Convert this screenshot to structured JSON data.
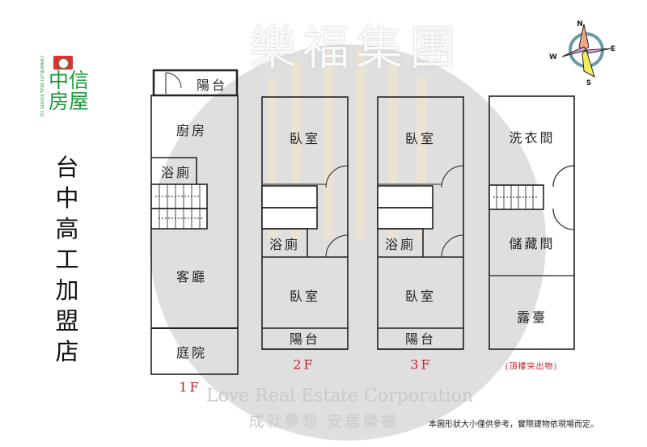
{
  "logo": {
    "brand_cn": "中信房屋",
    "brand_en": "CHINATRUST REAL ESTATE CO.",
    "color": "#1a9a3a"
  },
  "store_name": [
    "台",
    "中",
    "高",
    "工",
    "加",
    "盟",
    "店"
  ],
  "watermark": {
    "title": "樂福集團",
    "english": "Love Real Estate Corporation",
    "slogan": "成就夢想 安居樂福"
  },
  "compass": {
    "n": "N",
    "e": "E",
    "s": "S",
    "w": "W"
  },
  "floors": {
    "f1": {
      "label": "1F",
      "rooms": [
        "陽台",
        "廚房",
        "浴廁",
        "客廳",
        "庭院"
      ]
    },
    "f2": {
      "label": "2F",
      "rooms": [
        "臥室",
        "浴廁",
        "臥室",
        "陽台"
      ]
    },
    "f3": {
      "label": "3F",
      "rooms": [
        "臥室",
        "浴廁",
        "臥室",
        "陽台"
      ]
    },
    "roof": {
      "label": "(頂樓突出物)",
      "rooms": [
        "洗衣間",
        "儲藏間",
        "露臺"
      ]
    }
  },
  "disclaimer": "本圖形狀大小僅供參考，實際建物依現場而定。"
}
